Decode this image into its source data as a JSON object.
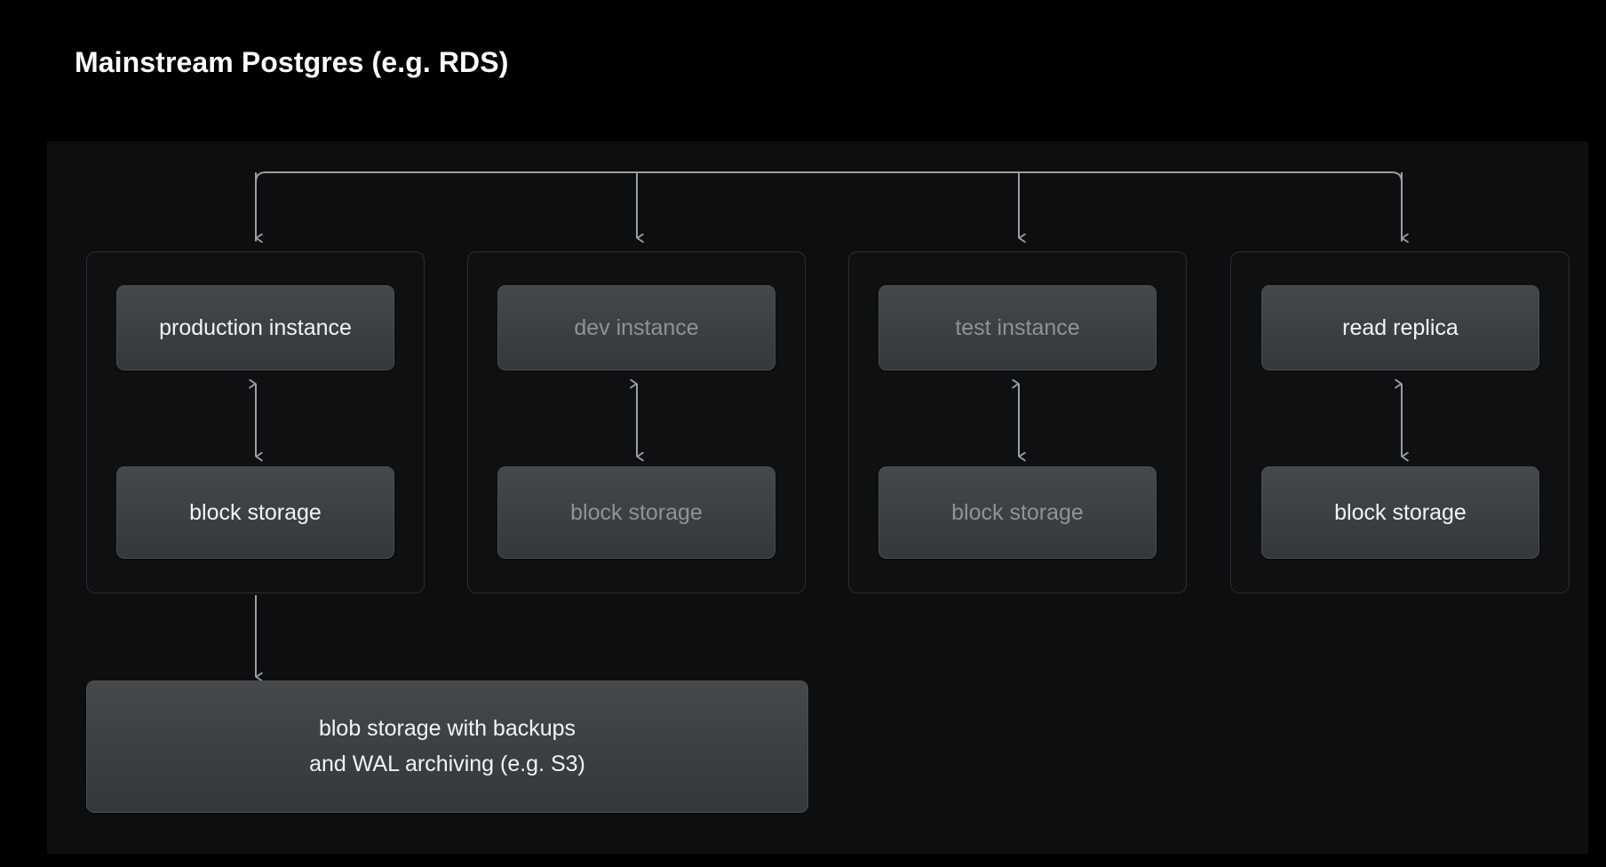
{
  "title": "Mainstream Postgres (e.g. RDS)",
  "colors": {
    "background": "#000000",
    "panel": "#0d0e0f",
    "group_border": "#2b2d30",
    "node_fill_top": "#45484d",
    "node_fill_bottom": "#34373b",
    "node_border": "#4a4d53",
    "text_bright": "#f2f3f4",
    "text_dim": "#8f9297",
    "connector": "#9a9da2"
  },
  "groups": [
    {
      "id": "production",
      "dimmed": false,
      "instance": {
        "label": "production instance"
      },
      "storage": {
        "label": "block storage"
      },
      "link": {
        "icon": "double-headed-vertical-arrow-icon",
        "direction": "bidirectional"
      }
    },
    {
      "id": "dev",
      "dimmed": true,
      "instance": {
        "label": "dev instance"
      },
      "storage": {
        "label": "block storage"
      },
      "link": {
        "icon": "double-headed-vertical-arrow-icon",
        "direction": "bidirectional"
      }
    },
    {
      "id": "test",
      "dimmed": true,
      "instance": {
        "label": "test instance"
      },
      "storage": {
        "label": "block storage"
      },
      "link": {
        "icon": "double-headed-vertical-arrow-icon",
        "direction": "bidirectional"
      }
    },
    {
      "id": "read-replica",
      "dimmed": false,
      "instance": {
        "label": "read replica"
      },
      "storage": {
        "label": "block storage"
      },
      "link": {
        "icon": "double-headed-vertical-arrow-icon",
        "direction": "bidirectional"
      }
    }
  ],
  "blob_storage": {
    "line1": "blob storage with backups",
    "line2": "and WAL archiving (e.g. S3)"
  },
  "connectors": {
    "bus": {
      "icon": "branching-bus-connector-icon",
      "branches": 4,
      "direction": "down"
    },
    "backup": {
      "icon": "down-arrow-icon",
      "from": "production",
      "to": "blob_storage"
    }
  }
}
